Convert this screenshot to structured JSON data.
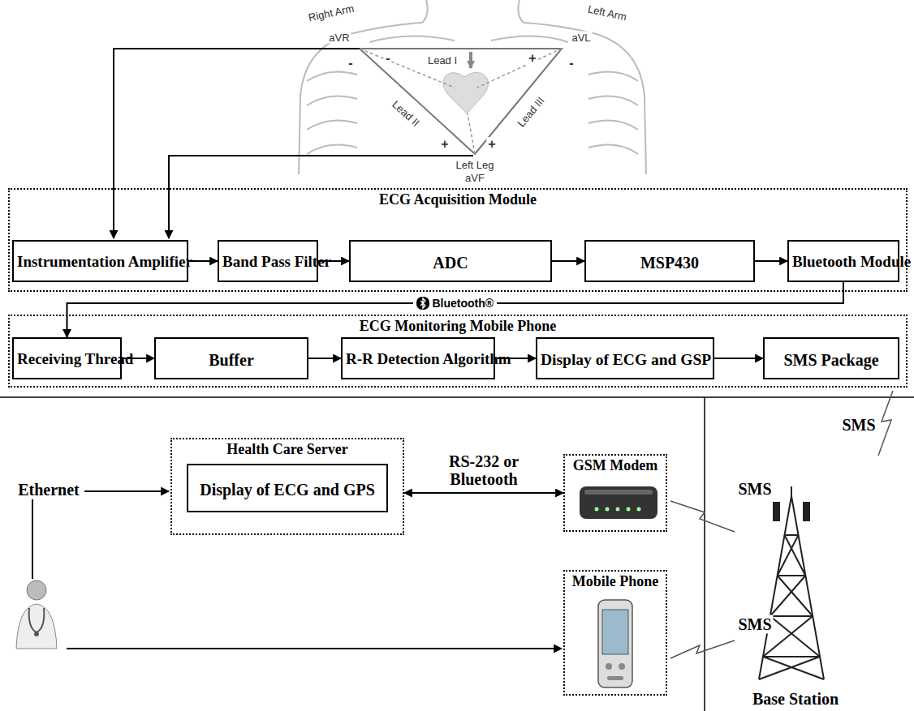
{
  "diagram": {
    "nodes": [
      {
        "text": [
          "ECG Acquisition Module"
        ]
      },
      {
        "text": [
          "Instrumentation Amplifier"
        ],
        "in": 0
      },
      {
        "text": [
          "Band Pass Filter"
        ],
        "in": 0
      },
      {
        "text": [
          "ADC"
        ],
        "in": 0
      },
      {
        "text": [
          "MSP430"
        ],
        "in": 0
      },
      {
        "text": [
          "Bluetooth Module"
        ],
        "in": 0
      },
      {
        "text": [
          "ECG Monitoring Mobile Phone"
        ]
      },
      {
        "text": [
          "Receiving Thread"
        ],
        "in": 6
      },
      {
        "text": [
          "Buffer"
        ],
        "in": 6
      },
      {
        "text": [
          "R-R Detection Algorithm"
        ],
        "in": 6
      },
      {
        "text": [
          "Display of ECG and GSP"
        ],
        "in": 6
      },
      {
        "text": [
          "SMS Package"
        ],
        "in": 6
      },
      {
        "text": [
          "Health Care Server"
        ]
      },
      {
        "text": [
          "Display of ECG and GPS"
        ],
        "in": 12
      },
      {
        "text": [
          "GSM Modem"
        ]
      },
      {
        "text": [
          "Mobile Phone"
        ]
      }
    ],
    "edges": [
      {
        "from": 1,
        "to": 2,
        "arrow": "to"
      },
      {
        "from": 2,
        "to": 3,
        "arrow": "to"
      },
      {
        "from": 3,
        "to": 4,
        "arrow": "to"
      },
      {
        "from": 4,
        "to": 5,
        "arrow": "to"
      },
      {
        "from": 5,
        "to": 7,
        "label": "Bluetooth®",
        "arrow": "to"
      },
      {
        "from": 7,
        "to": 8,
        "arrow": "to"
      },
      {
        "from": 8,
        "to": 9,
        "arrow": "to"
      },
      {
        "from": 9,
        "to": 10,
        "arrow": "to"
      },
      {
        "from": 10,
        "to": 11,
        "arrow": "to"
      },
      {
        "from": 12,
        "to": 14,
        "label": "RS-232 or Bluetooth",
        "arrow": "both"
      }
    ],
    "labels": [
      "Right Arm",
      "Left Arm",
      "aVR",
      "aVL",
      "Lead I",
      "Lead II",
      "Lead III",
      "Left Leg",
      "aVF",
      "-",
      "+",
      "-",
      "+",
      "+",
      "-",
      "SMS",
      "SMS",
      "SMS",
      "Base Station",
      "Ethernet"
    ]
  }
}
